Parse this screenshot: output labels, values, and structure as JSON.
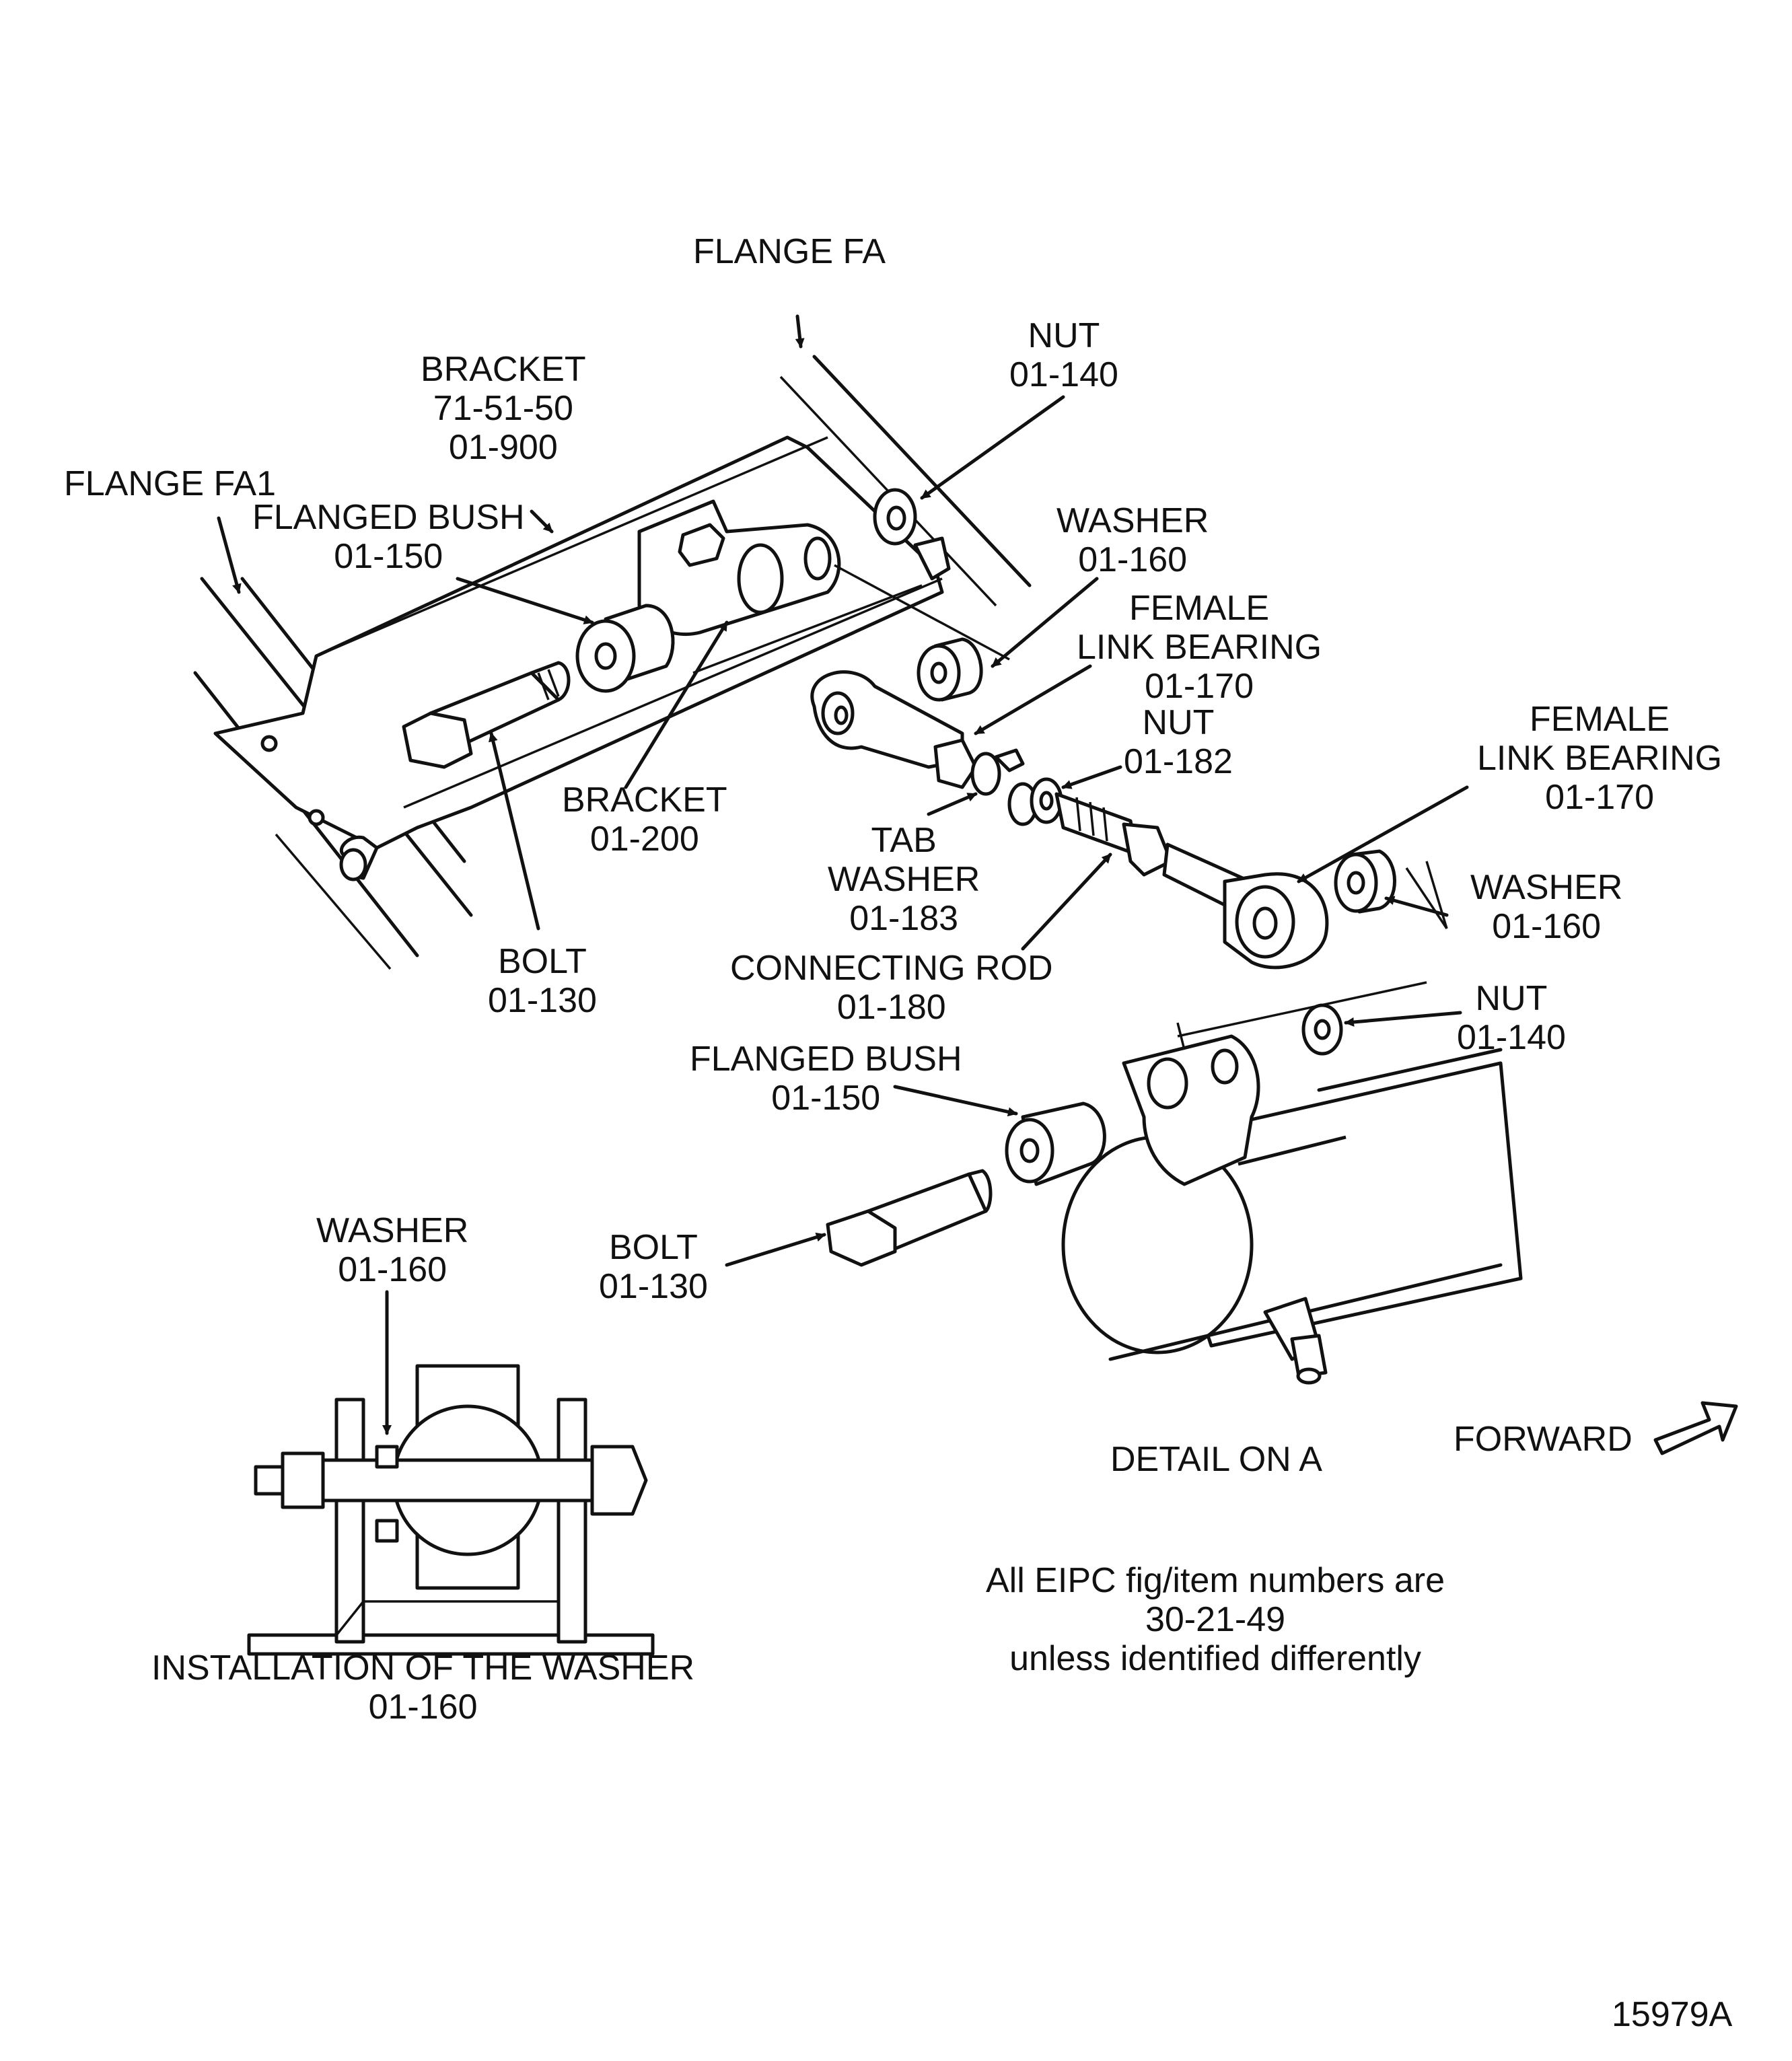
{
  "labels": {
    "flange_fa": "FLANGE FA",
    "nut_top": [
      "NUT",
      "01-140"
    ],
    "bracket_top": [
      "BRACKET",
      "71-51-50",
      "01-900"
    ],
    "flange_fa1": "FLANGE FA1",
    "flanged_bush_top": [
      "FLANGED BUSH",
      "01-150"
    ],
    "washer_top": [
      "WASHER",
      "01-160"
    ],
    "female_link_bearing_left": [
      "FEMALE",
      "LINK BEARING",
      "01-170"
    ],
    "nut_mid": [
      "NUT",
      "01-182"
    ],
    "female_link_bearing_right": [
      "FEMALE",
      "LINK BEARING",
      "01-170"
    ],
    "bracket_mid": [
      "BRACKET",
      "01-200"
    ],
    "tab_washer": [
      "TAB",
      "WASHER",
      "01-183"
    ],
    "washer_right": [
      "WASHER",
      "01-160"
    ],
    "bolt_top": [
      "BOLT",
      "01-130"
    ],
    "connecting_rod": [
      "CONNECTING ROD",
      "01-180"
    ],
    "nut_lower": [
      "NUT",
      "01-140"
    ],
    "flanged_bush_lower": [
      "FLANGED BUSH",
      "01-150"
    ],
    "washer_install": [
      "WASHER",
      "01-160"
    ],
    "bolt_lower": [
      "BOLT",
      "01-130"
    ],
    "detail_on_a": "DETAIL ON A",
    "forward": "FORWARD",
    "installation_title": [
      "INSTALLATION OF THE WASHER",
      "01-160"
    ],
    "note": [
      "All EIPC fig/item numbers are",
      "30-21-49",
      "unless identified differently"
    ],
    "figure_number": "15979A"
  }
}
